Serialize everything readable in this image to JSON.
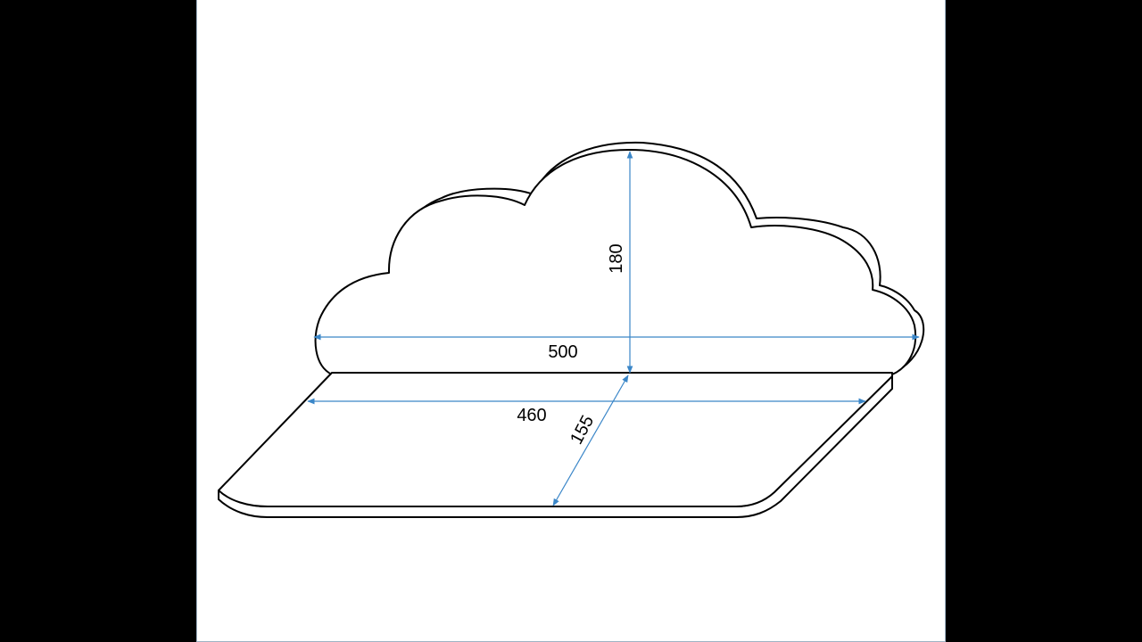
{
  "diagram": {
    "colors": {
      "outline": "#000000",
      "dimension": "#3a86c8",
      "background": "#ffffff",
      "surround": "#000000"
    },
    "dimensions": {
      "height": "180",
      "width": "500",
      "shelf_width": "460",
      "shelf_depth": "155"
    }
  }
}
